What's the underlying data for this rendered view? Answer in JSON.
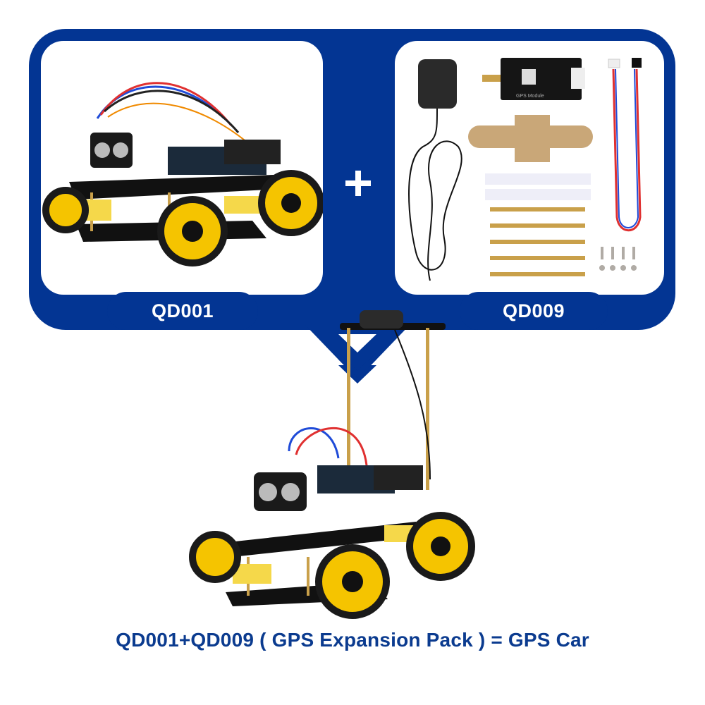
{
  "colors": {
    "brand_blue": "#033593",
    "caption_blue": "#0b3b8f",
    "background": "#ffffff",
    "wheel_yellow": "#f5c400"
  },
  "panels": [
    {
      "id": "left",
      "label": "QD001",
      "image_alt": "Mecanum-wheel smart robot car kit with ultrasonic sensor, servo and controller board"
    },
    {
      "id": "right",
      "label": "QD009",
      "image_alt": "GPS expansion pack: GPS antenna, GPS module board, acrylic mounting plate, adhesive strips, brass standoffs, 4-pin cable, screws and nuts",
      "module_text": "GPS Module"
    }
  ],
  "operator_plus": "+",
  "result": {
    "image_alt": "Assembled GPS car: mecanum robot car with GPS antenna mounted on brass standoffs"
  },
  "caption": "QD001+QD009 ( GPS Expansion Pack ) = GPS Car"
}
